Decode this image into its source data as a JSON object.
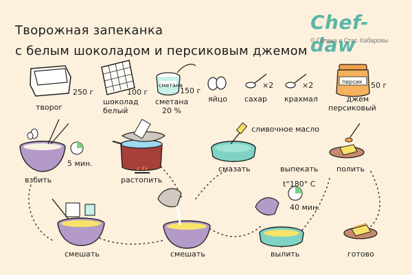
{
  "title": {
    "line1": "Творожная запеканка",
    "line2": "с белым шоколадом и персиковым джемом"
  },
  "brand": {
    "logo": "Chef-daw",
    "credit": "© Галина и Стас Хабаровы"
  },
  "ingredients": [
    {
      "label": "творог",
      "qty": "250 г",
      "icon": "cottage-cheese-icon"
    },
    {
      "label": "шоколад белый",
      "label_line1": "шоколад",
      "label_line2": "белый",
      "qty": "100 г",
      "icon": "white-chocolate-icon"
    },
    {
      "label": "сметана 20 %",
      "label_line1": "сметана",
      "label_line2": "20 %",
      "package_text": "сметана",
      "qty": "150 г",
      "icon": "sour-cream-icon"
    },
    {
      "label": "яйцо",
      "qty": "",
      "icon": "eggs-icon"
    },
    {
      "label": "сахар",
      "qty": "×2",
      "icon": "sugar-spoon-icon"
    },
    {
      "label": "крахмал",
      "qty": "×2",
      "icon": "starch-spoon-icon"
    },
    {
      "label": "джем персиковый",
      "label_line1": "джем",
      "label_line2": "персиковый",
      "jar_text": "персик",
      "qty": "50 г",
      "icon": "peach-jam-icon"
    }
  ],
  "steps": {
    "whisk": {
      "label": "взбить",
      "time": "5 мин."
    },
    "melt": {
      "label": "растопить"
    },
    "grease": {
      "label": "смазать",
      "note": "сливочное масло"
    },
    "bake": {
      "label": "выпекать",
      "temp": "t°180° С",
      "time": "40 мин."
    },
    "pour_jam": {
      "label": "полить"
    },
    "mix1": {
      "label": "смешать"
    },
    "mix2": {
      "label": "смешать"
    },
    "pour_out": {
      "label": "вылить"
    },
    "done": {
      "label": "готово"
    }
  },
  "colors": {
    "background": "#fdf1dd",
    "bowl_purple": "#b39ac8",
    "pot_red": "#a8403a",
    "teal": "#7fd3c4",
    "brand_teal": "#5bb6a7",
    "butter_yellow": "#f7e36a",
    "jam_orange": "#f0a14a"
  }
}
